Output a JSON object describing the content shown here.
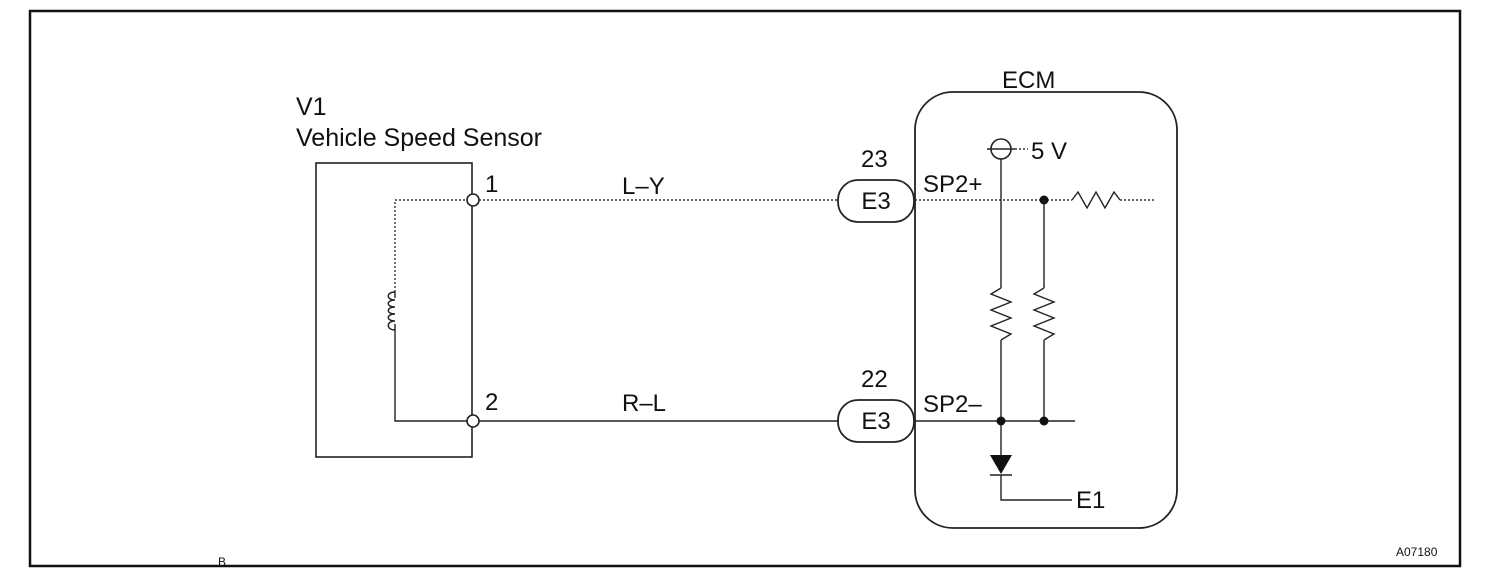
{
  "figure_code": "A07180",
  "footer_mark": "B",
  "sensor": {
    "id": "V1",
    "name": "Vehicle Speed Sensor",
    "terminals": [
      "1",
      "2"
    ]
  },
  "wires": [
    {
      "color": "L–Y"
    },
    {
      "color": "R–L"
    }
  ],
  "connectors": [
    {
      "pin": "23",
      "label": "E3"
    },
    {
      "pin": "22",
      "label": "E3"
    }
  ],
  "ecm": {
    "title": "ECM",
    "supply": "5 V",
    "signals": [
      "SP2+",
      "SP2–"
    ],
    "ground": "E1"
  }
}
